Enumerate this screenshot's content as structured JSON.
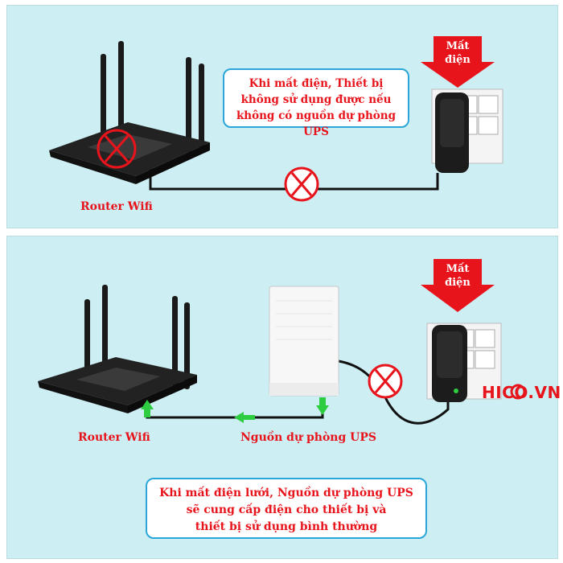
{
  "top_panel": {
    "callout_lines": [
      "Khi mất điện, Thiết bị",
      "không sử dụng được nếu",
      "không có nguồn dự phòng UPS"
    ],
    "outage_label_line1": "Mất",
    "outage_label_line2": "điện",
    "router_label": "Router Wifi"
  },
  "bottom_panel": {
    "outage_label_line1": "Mất",
    "outage_label_line2": "điện",
    "router_label": "Router Wifi",
    "ups_label": "Nguồn dự phòng UPS",
    "callout_lines": [
      "Khi mất điện lưới, Nguồn dự phòng UPS",
      "sẽ cung cấp điện cho thiết bị và",
      "thiết bị sử dụng bình thường"
    ],
    "brand": "HICO.VN"
  },
  "colors": {
    "panel_bg": "#cdeef3",
    "accent_red": "#e8141c",
    "callout_border": "#2aa7d8",
    "flow_green": "#2ecc40"
  }
}
